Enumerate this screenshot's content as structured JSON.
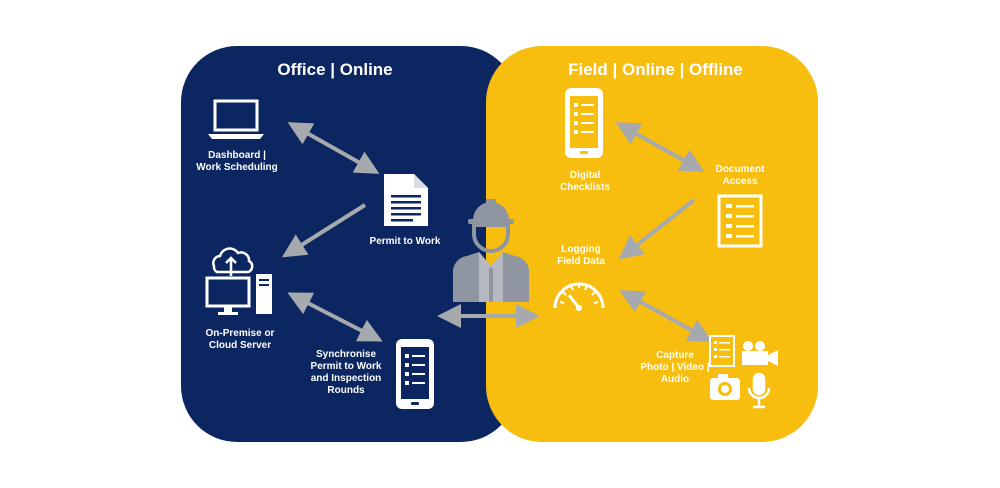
{
  "office": {
    "title": "Office | Online",
    "dashboard_label": "Dashboard |\nWork Scheduling",
    "server_label": "On-Premise or\nCloud Server",
    "permit_label": "Permit to Work",
    "sync_label": "Synchronise\nPermit to Work\nand Inspection\nRounds"
  },
  "field": {
    "title": "Field | Online | Offline",
    "checklists_label": "Digital\nChecklists",
    "logging_label": "Logging\nField Data",
    "document_label": "Document\nAccess",
    "capture_label": "Capture\nPhoto | Video |\nAudio"
  },
  "colors": {
    "office_bg": "#0b2660",
    "field_bg": "#f7bd0f",
    "arrow": "#a6a9ae",
    "worker": "#8f96a1"
  },
  "icons": [
    "laptop-icon",
    "cloud-server-icon",
    "document-icon",
    "tablet-icon",
    "worker-icon",
    "gauge-icon",
    "checklist-icon",
    "camera-icon",
    "video-camera-icon",
    "microphone-icon"
  ]
}
